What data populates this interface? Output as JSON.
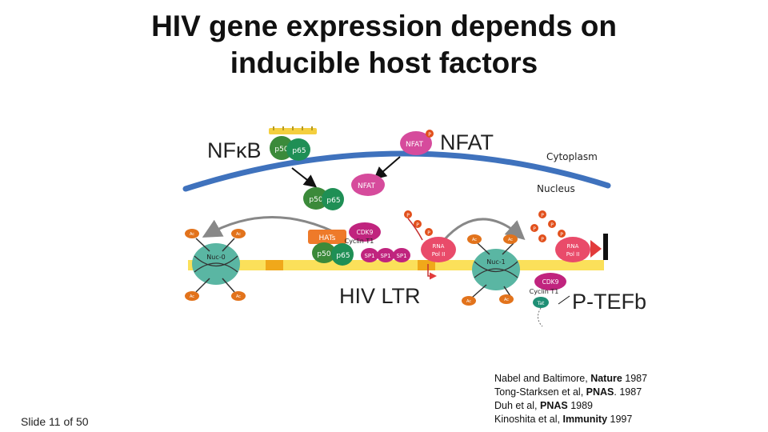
{
  "title_line1": "HIV gene expression depends on",
  "title_line2": "inducible host factors",
  "labels": {
    "nfkb": "NFκB",
    "nfat": "NFAT",
    "cytoplasm": "Cytoplasm",
    "nucleus": "Nucleus",
    "hiv_ltr": "HIV LTR",
    "ptefb": "P-TEFb"
  },
  "proteins": {
    "p50": "p50",
    "p65": "p65",
    "nfat": "NFAT",
    "p": "P",
    "cdk9": "CDK9",
    "cyclin_t1": "Cyclin T1",
    "hats": "HATs",
    "sp1": "SP1",
    "rna_pol_ii_line1": "RNA",
    "rna_pol_ii_line2": "Pol II",
    "nuc0": "Nuc-0",
    "nuc1": "Nuc-1",
    "ac": "Ac",
    "tat": "Tat"
  },
  "slide": "Slide 11 of 50",
  "references": [
    {
      "pre": "Nabel and Baltimore, ",
      "bold": "Nature",
      "post": " 1987"
    },
    {
      "pre": "Tong-Starksen et al, ",
      "bold": "PNAS",
      "post": ". 1987"
    },
    {
      "pre": "Duh et al, ",
      "bold": "PNAS",
      "post": " 1989"
    },
    {
      "pre": "Kinoshita et al, ",
      "bold": "Immunity",
      "post": " 1997"
    }
  ],
  "colors": {
    "membrane": "#3f72bd",
    "dna": "#fbe05a",
    "dna_segment": "#f0a81a",
    "p50": "#3b8a3a",
    "p65": "#1f8f55",
    "nfat": "#d64b9c",
    "phospho": "#e2501c",
    "acetyl": "#e2731c",
    "nucleosome": "#5ab6a3",
    "cdk9": "#c0247e",
    "pol2": "#e94b6a",
    "arrow_red": "#e23b3b"
  }
}
